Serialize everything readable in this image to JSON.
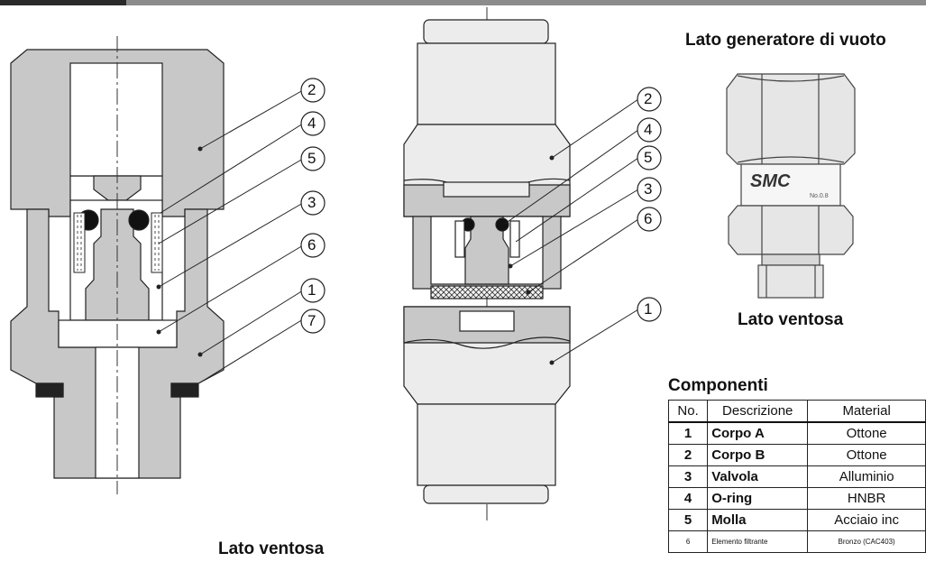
{
  "headings": {
    "vacuum_side": "Lato generatore di vuoto",
    "suction_side_left": "Lato ventosa",
    "suction_side_right": "Lato ventosa"
  },
  "callouts": {
    "left": [
      "2",
      "4",
      "5",
      "3",
      "6",
      "1",
      "7"
    ],
    "middle": [
      "2",
      "4",
      "5",
      "3",
      "6",
      "1"
    ]
  },
  "product": {
    "logo": "SMC",
    "marking": "No.0.8"
  },
  "components": {
    "title": "Componenti",
    "columns": [
      "No.",
      "Descrizione",
      "Material"
    ],
    "rows": [
      {
        "no": "1",
        "desc": "Corpo A",
        "mat": "Ottone"
      },
      {
        "no": "2",
        "desc": "Corpo B",
        "mat": "Ottone"
      },
      {
        "no": "3",
        "desc": "Valvola",
        "mat": "Alluminio"
      },
      {
        "no": "4",
        "desc": "O-ring",
        "mat": "HNBR"
      },
      {
        "no": "5",
        "desc": "Molla",
        "mat": "Acciaio inc"
      },
      {
        "no": "6",
        "desc": "Elemento filtrante",
        "mat": "Bronzo (CAC403)"
      }
    ]
  },
  "colors": {
    "section_fill": "#c8c8c8",
    "outline": "#222222",
    "light_fill": "#ececec",
    "gasket": "#222222"
  }
}
